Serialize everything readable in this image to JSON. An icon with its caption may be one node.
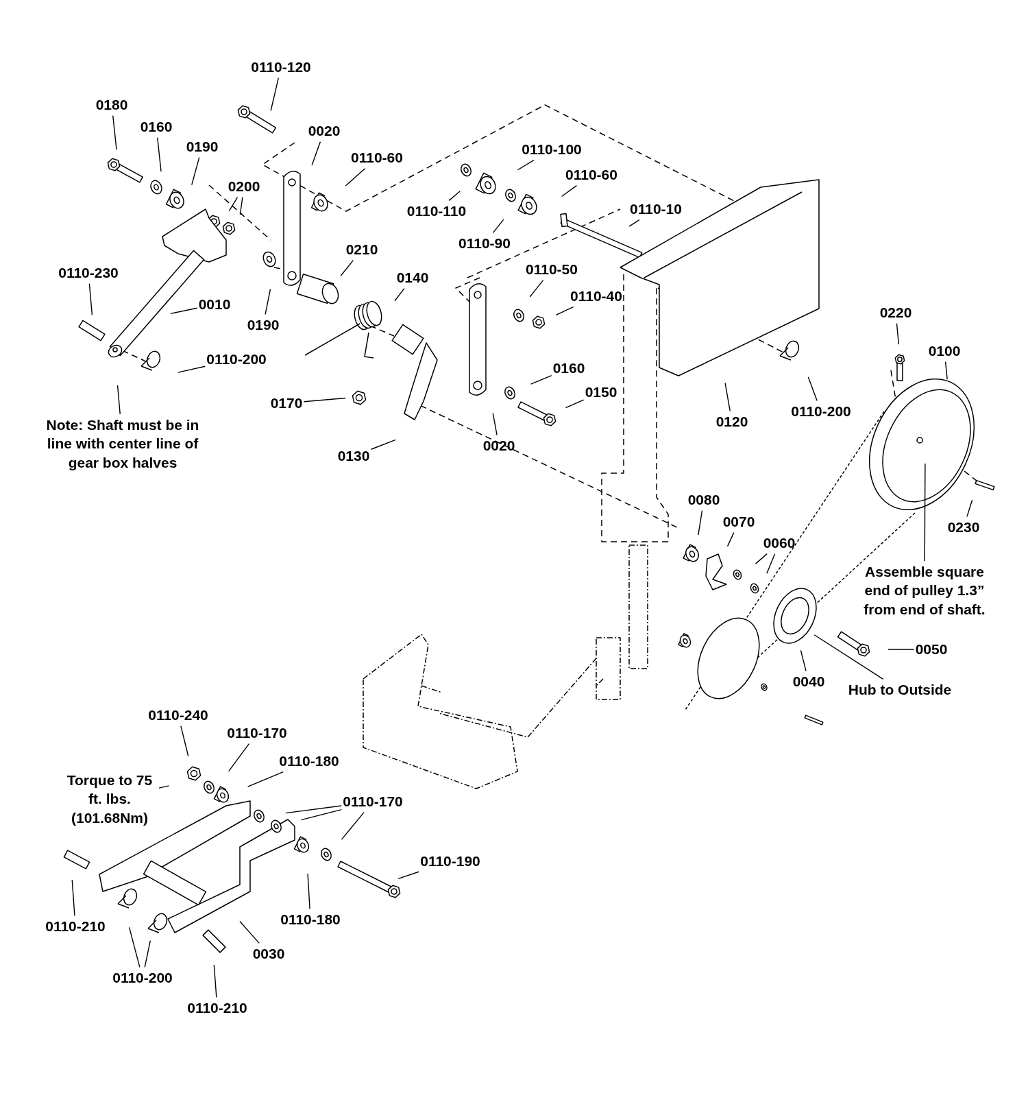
{
  "diagram": {
    "nodes": [
      {
        "text": [
          "0110-120"
        ]
      },
      {
        "text": [
          "0180"
        ]
      },
      {
        "text": [
          "0160"
        ]
      },
      {
        "text": [
          "0020"
        ]
      },
      {
        "text": [
          "0190"
        ]
      },
      {
        "text": [
          "0110-100"
        ]
      },
      {
        "text": [
          "0110-60"
        ]
      },
      {
        "text": [
          "0110-60"
        ]
      },
      {
        "text": [
          "0200"
        ]
      },
      {
        "text": [
          "0110-110"
        ]
      },
      {
        "text": [
          "0110-10"
        ]
      },
      {
        "text": [
          "0110-90"
        ]
      },
      {
        "text": [
          "0210"
        ]
      },
      {
        "text": [
          "0110-50"
        ]
      },
      {
        "text": [
          "0110-230"
        ]
      },
      {
        "text": [
          "0140"
        ]
      },
      {
        "text": [
          "0110-40"
        ]
      },
      {
        "text": [
          "0010"
        ]
      },
      {
        "text": [
          "0220"
        ]
      },
      {
        "text": [
          "0190"
        ]
      },
      {
        "text": [
          "0100"
        ]
      },
      {
        "text": [
          "0110-200"
        ]
      },
      {
        "text": [
          "0160"
        ]
      },
      {
        "text": [
          "0150"
        ]
      },
      {
        "text": [
          "0170"
        ]
      },
      {
        "text": [
          "0110-200"
        ]
      },
      {
        "text": [
          "0120"
        ]
      },
      {
        "text": [
          "Note: Shaft must be in line with center line of gear box halves"
        ]
      },
      {
        "text": [
          "0020"
        ]
      },
      {
        "text": [
          "0130"
        ]
      },
      {
        "text": [
          "0080"
        ]
      },
      {
        "text": [
          "0070"
        ]
      },
      {
        "text": [
          "0230"
        ]
      },
      {
        "text": [
          "0060"
        ]
      },
      {
        "text": [
          "Assemble square end of pulley 1.3” from end of shaft."
        ]
      },
      {
        "text": [
          "0050"
        ]
      },
      {
        "text": [
          "0040"
        ]
      },
      {
        "text": [
          "Hub to Outside"
        ]
      },
      {
        "text": [
          "0110-240"
        ]
      },
      {
        "text": [
          "0110-170"
        ]
      },
      {
        "text": [
          "0110-180"
        ]
      },
      {
        "text": [
          "Torque to 75 ft. lbs. (101.68Nm)"
        ]
      },
      {
        "text": [
          "0110-170"
        ]
      },
      {
        "text": [
          "0110-190"
        ]
      },
      {
        "text": [
          "0110-180"
        ]
      },
      {
        "text": [
          "0110-210"
        ]
      },
      {
        "text": [
          "0030"
        ]
      },
      {
        "text": [
          "0110-200"
        ]
      },
      {
        "text": [
          "0110-210"
        ]
      }
    ],
    "edges": [
      {
        "from": 0,
        "to": null,
        "arrow": "none"
      },
      {
        "from": 1,
        "to": null,
        "arrow": "none"
      },
      {
        "from": 2,
        "to": null,
        "arrow": "none"
      },
      {
        "from": 3,
        "to": null,
        "arrow": "none"
      },
      {
        "from": 4,
        "to": null,
        "arrow": "none"
      },
      {
        "from": 5,
        "to": null,
        "arrow": "none"
      },
      {
        "from": 6,
        "to": null,
        "arrow": "none"
      },
      {
        "from": 7,
        "to": null,
        "arrow": "none"
      },
      {
        "from": 8,
        "to": null,
        "arrow": "none"
      },
      {
        "from": 8,
        "to": null,
        "arrow": "none"
      },
      {
        "from": 9,
        "to": null,
        "arrow": "none"
      },
      {
        "from": 10,
        "to": null,
        "arrow": "none"
      },
      {
        "from": 11,
        "to": null,
        "arrow": "none"
      },
      {
        "from": 12,
        "to": null,
        "arrow": "none"
      },
      {
        "from": 13,
        "to": null,
        "arrow": "none"
      },
      {
        "from": 14,
        "to": null,
        "arrow": "none"
      },
      {
        "from": 15,
        "to": null,
        "arrow": "none"
      },
      {
        "from": 16,
        "to": null,
        "arrow": "none"
      },
      {
        "from": 17,
        "to": null,
        "arrow": "none"
      },
      {
        "from": 18,
        "to": null,
        "arrow": "none"
      },
      {
        "from": 19,
        "to": null,
        "arrow": "none"
      },
      {
        "from": 20,
        "to": null,
        "arrow": "none"
      },
      {
        "from": 21,
        "to": null,
        "arrow": "none"
      },
      {
        "from": 22,
        "to": null,
        "arrow": "none"
      },
      {
        "from": 23,
        "to": null,
        "arrow": "none"
      },
      {
        "from": 24,
        "to": null,
        "arrow": "none"
      },
      {
        "from": 25,
        "to": null,
        "arrow": "none"
      },
      {
        "from": 26,
        "to": null,
        "arrow": "none"
      },
      {
        "from": 27,
        "to": null,
        "arrow": "none"
      },
      {
        "from": 28,
        "to": null,
        "arrow": "none"
      },
      {
        "from": 29,
        "to": null,
        "arrow": "none"
      },
      {
        "from": 30,
        "to": null,
        "arrow": "none"
      },
      {
        "from": 31,
        "to": null,
        "arrow": "none"
      },
      {
        "from": 32,
        "to": null,
        "arrow": "none"
      },
      {
        "from": 33,
        "to": null,
        "arrow": "none"
      },
      {
        "from": 33,
        "to": null,
        "arrow": "none"
      },
      {
        "from": 34,
        "to": null,
        "arrow": "none"
      },
      {
        "from": 35,
        "to": null,
        "arrow": "none"
      },
      {
        "from": 36,
        "to": null,
        "arrow": "none"
      },
      {
        "from": 37,
        "to": null,
        "arrow": "none"
      },
      {
        "from": 38,
        "to": null,
        "arrow": "none"
      },
      {
        "from": 39,
        "to": null,
        "arrow": "none"
      },
      {
        "from": 40,
        "to": null,
        "arrow": "none"
      },
      {
        "from": 41,
        "to": null,
        "arrow": "none"
      },
      {
        "from": 42,
        "to": null,
        "arrow": "none"
      },
      {
        "from": 42,
        "to": null,
        "arrow": "none"
      },
      {
        "from": 42,
        "to": null,
        "arrow": "none"
      },
      {
        "from": 43,
        "to": null,
        "arrow": "none"
      },
      {
        "from": 44,
        "to": null,
        "arrow": "none"
      },
      {
        "from": 45,
        "to": null,
        "arrow": "none"
      },
      {
        "from": 46,
        "to": null,
        "arrow": "none"
      },
      {
        "from": 47,
        "to": null,
        "arrow": "none"
      },
      {
        "from": 47,
        "to": null,
        "arrow": "none"
      },
      {
        "from": 48,
        "to": null,
        "arrow": "none"
      }
    ]
  }
}
